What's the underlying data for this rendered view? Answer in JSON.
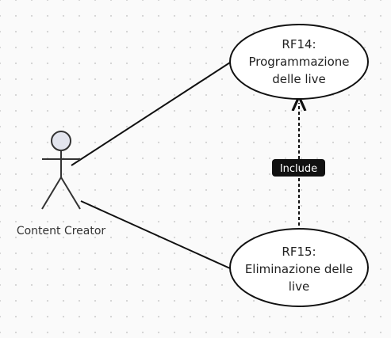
{
  "actor": {
    "name": "Content Creator"
  },
  "use_cases": [
    {
      "id": "RF14:",
      "lines": [
        "RF14:",
        "Programmazione",
        "delle live"
      ]
    },
    {
      "id": "RF15:",
      "lines": [
        "RF15:",
        "Eliminazione delle",
        "live"
      ]
    }
  ],
  "relation": {
    "label": "Include"
  },
  "colors": {
    "line": "#111111",
    "ellipse_fill": "#ffffff",
    "actor_head_fill": "#e3e5ee",
    "label_bg": "#111111",
    "label_text": "#ffffff"
  }
}
